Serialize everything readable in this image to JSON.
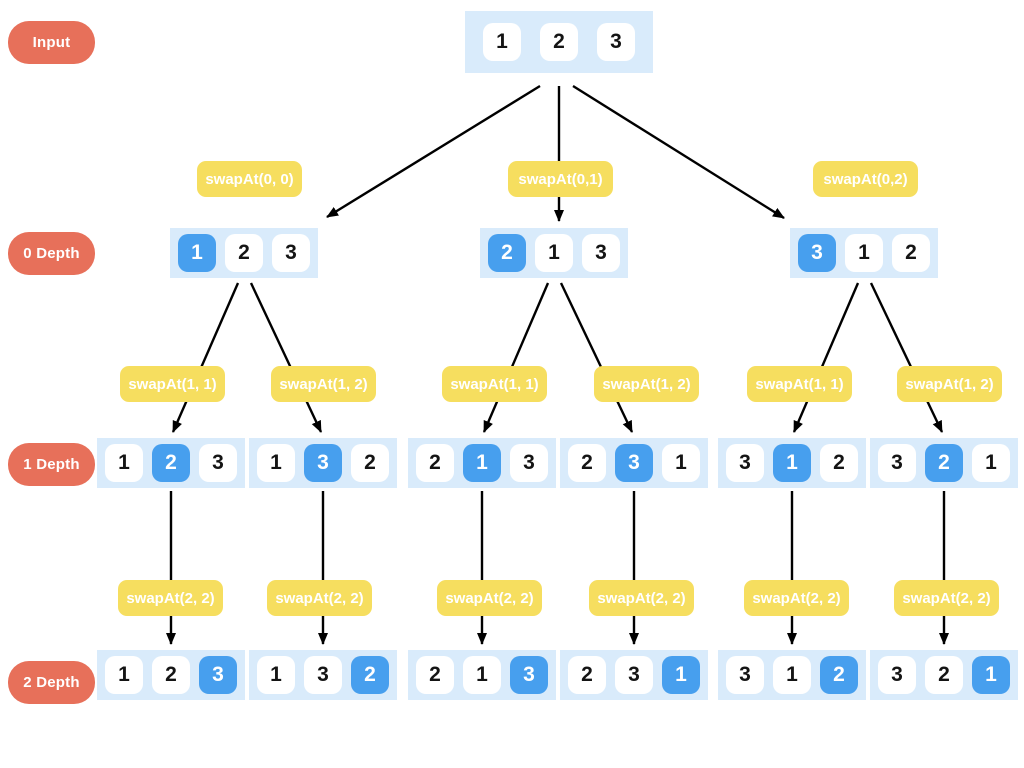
{
  "row_labels": {
    "input": "Input",
    "depth0": "0 Depth",
    "depth1": "1 Depth",
    "depth2": "2 Depth"
  },
  "root": {
    "cells": [
      "1",
      "2",
      "3"
    ]
  },
  "swap_labels_r0": [
    "swapAt(0, 0)",
    "swapAt(0,1)",
    "swapAt(0,2)"
  ],
  "swap_labels_r1": [
    "swapAt(1, 1)",
    "swapAt(1, 2)",
    "swapAt(1, 1)",
    "swapAt(1, 2)",
    "swapAt(1, 1)",
    "swapAt(1, 2)"
  ],
  "swap_labels_r2": [
    "swapAt(2, 2)",
    "swapAt(2, 2)",
    "swapAt(2, 2)",
    "swapAt(2, 2)",
    "swapAt(2, 2)",
    "swapAt(2, 2)"
  ],
  "depth0": [
    {
      "cells": [
        "1",
        "2",
        "3"
      ],
      "highlight": 0
    },
    {
      "cells": [
        "2",
        "1",
        "3"
      ],
      "highlight": 0
    },
    {
      "cells": [
        "3",
        "1",
        "2"
      ],
      "highlight": 0
    }
  ],
  "depth1": [
    {
      "cells": [
        "1",
        "2",
        "3"
      ],
      "highlight": 1
    },
    {
      "cells": [
        "1",
        "3",
        "2"
      ],
      "highlight": 1
    },
    {
      "cells": [
        "2",
        "1",
        "3"
      ],
      "highlight": 1
    },
    {
      "cells": [
        "2",
        "3",
        "1"
      ],
      "highlight": 1
    },
    {
      "cells": [
        "3",
        "1",
        "2"
      ],
      "highlight": 1
    },
    {
      "cells": [
        "3",
        "2",
        "1"
      ],
      "highlight": 1
    }
  ],
  "depth2": [
    {
      "cells": [
        "1",
        "2",
        "3"
      ],
      "highlight": 2
    },
    {
      "cells": [
        "1",
        "3",
        "2"
      ],
      "highlight": 2
    },
    {
      "cells": [
        "2",
        "1",
        "3"
      ],
      "highlight": 2
    },
    {
      "cells": [
        "2",
        "3",
        "1"
      ],
      "highlight": 2
    },
    {
      "cells": [
        "3",
        "1",
        "2"
      ],
      "highlight": 2
    },
    {
      "cells": [
        "3",
        "2",
        "1"
      ],
      "highlight": 2
    }
  ],
  "colors": {
    "accent_blue": "#479fee",
    "array_background": "#d9ebfb",
    "label_yellow": "#f6de5f",
    "badge_coral": "#e7705a",
    "arrow_black": "#000000"
  }
}
